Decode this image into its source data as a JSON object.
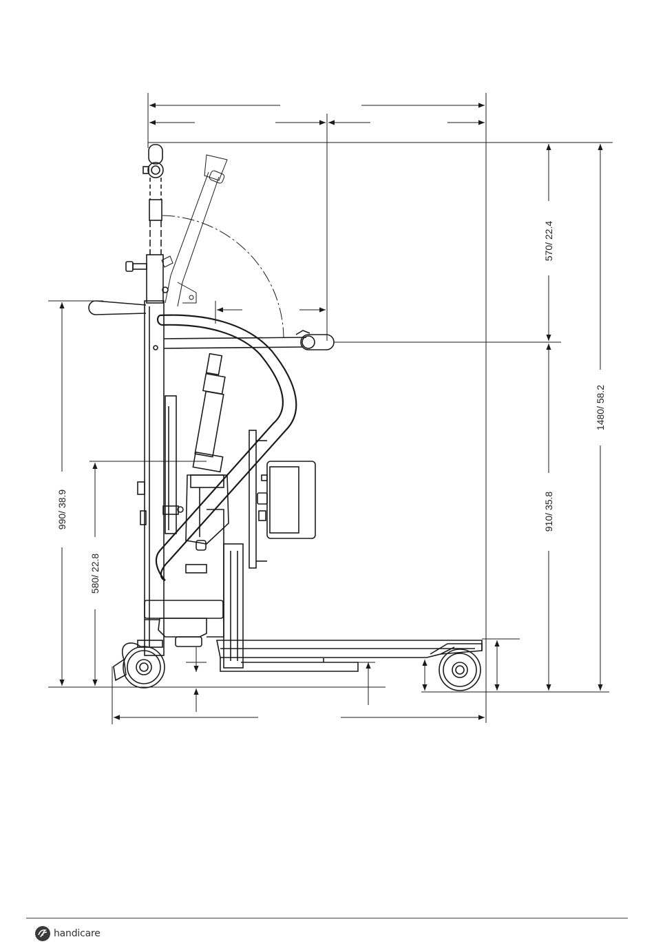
{
  "dimensions": {
    "upper_height": "570/ 22.4",
    "total_height": "1480/ 58.2",
    "base_height": "910/ 35.8",
    "handle_height": "990/ 38.9",
    "knee_pad_height": "580/ 22.8"
  },
  "footer": {
    "brand_name": "handicare",
    "brand_icon": "handicare-logo-icon"
  }
}
